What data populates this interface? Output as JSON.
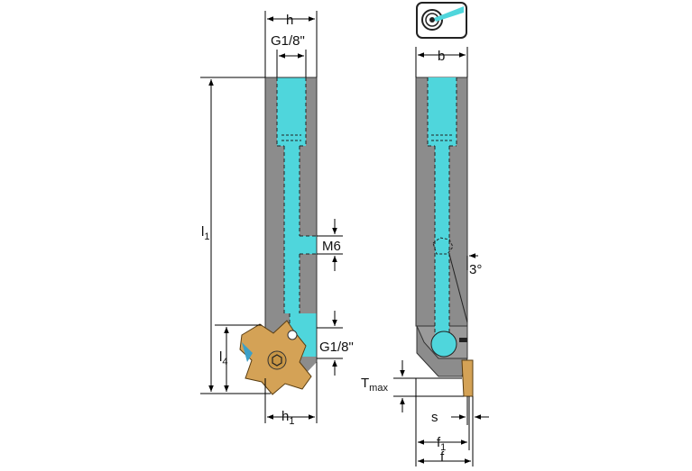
{
  "colors": {
    "body": "#8c8c8c",
    "coolant": "#4fd6dc",
    "insert": "#d4a256",
    "dim_line": "#000000"
  },
  "icons": {
    "coolant_symbol": "coolant-target-icon"
  },
  "labels": {
    "h": "h",
    "g18_top": "G1/8\"",
    "b": "b",
    "l1_main": "l",
    "l1_sub": "1",
    "m6": "M6",
    "g18_side": "G1/8\"",
    "l4_main": "l",
    "l4_sub": "4",
    "h1_main": "h",
    "h1_sub": "1",
    "angle": "3°",
    "tmax_main": "T",
    "tmax_sub": "max",
    "s": "s",
    "f1_main": "f",
    "f1_sub": "1",
    "f": "f"
  }
}
